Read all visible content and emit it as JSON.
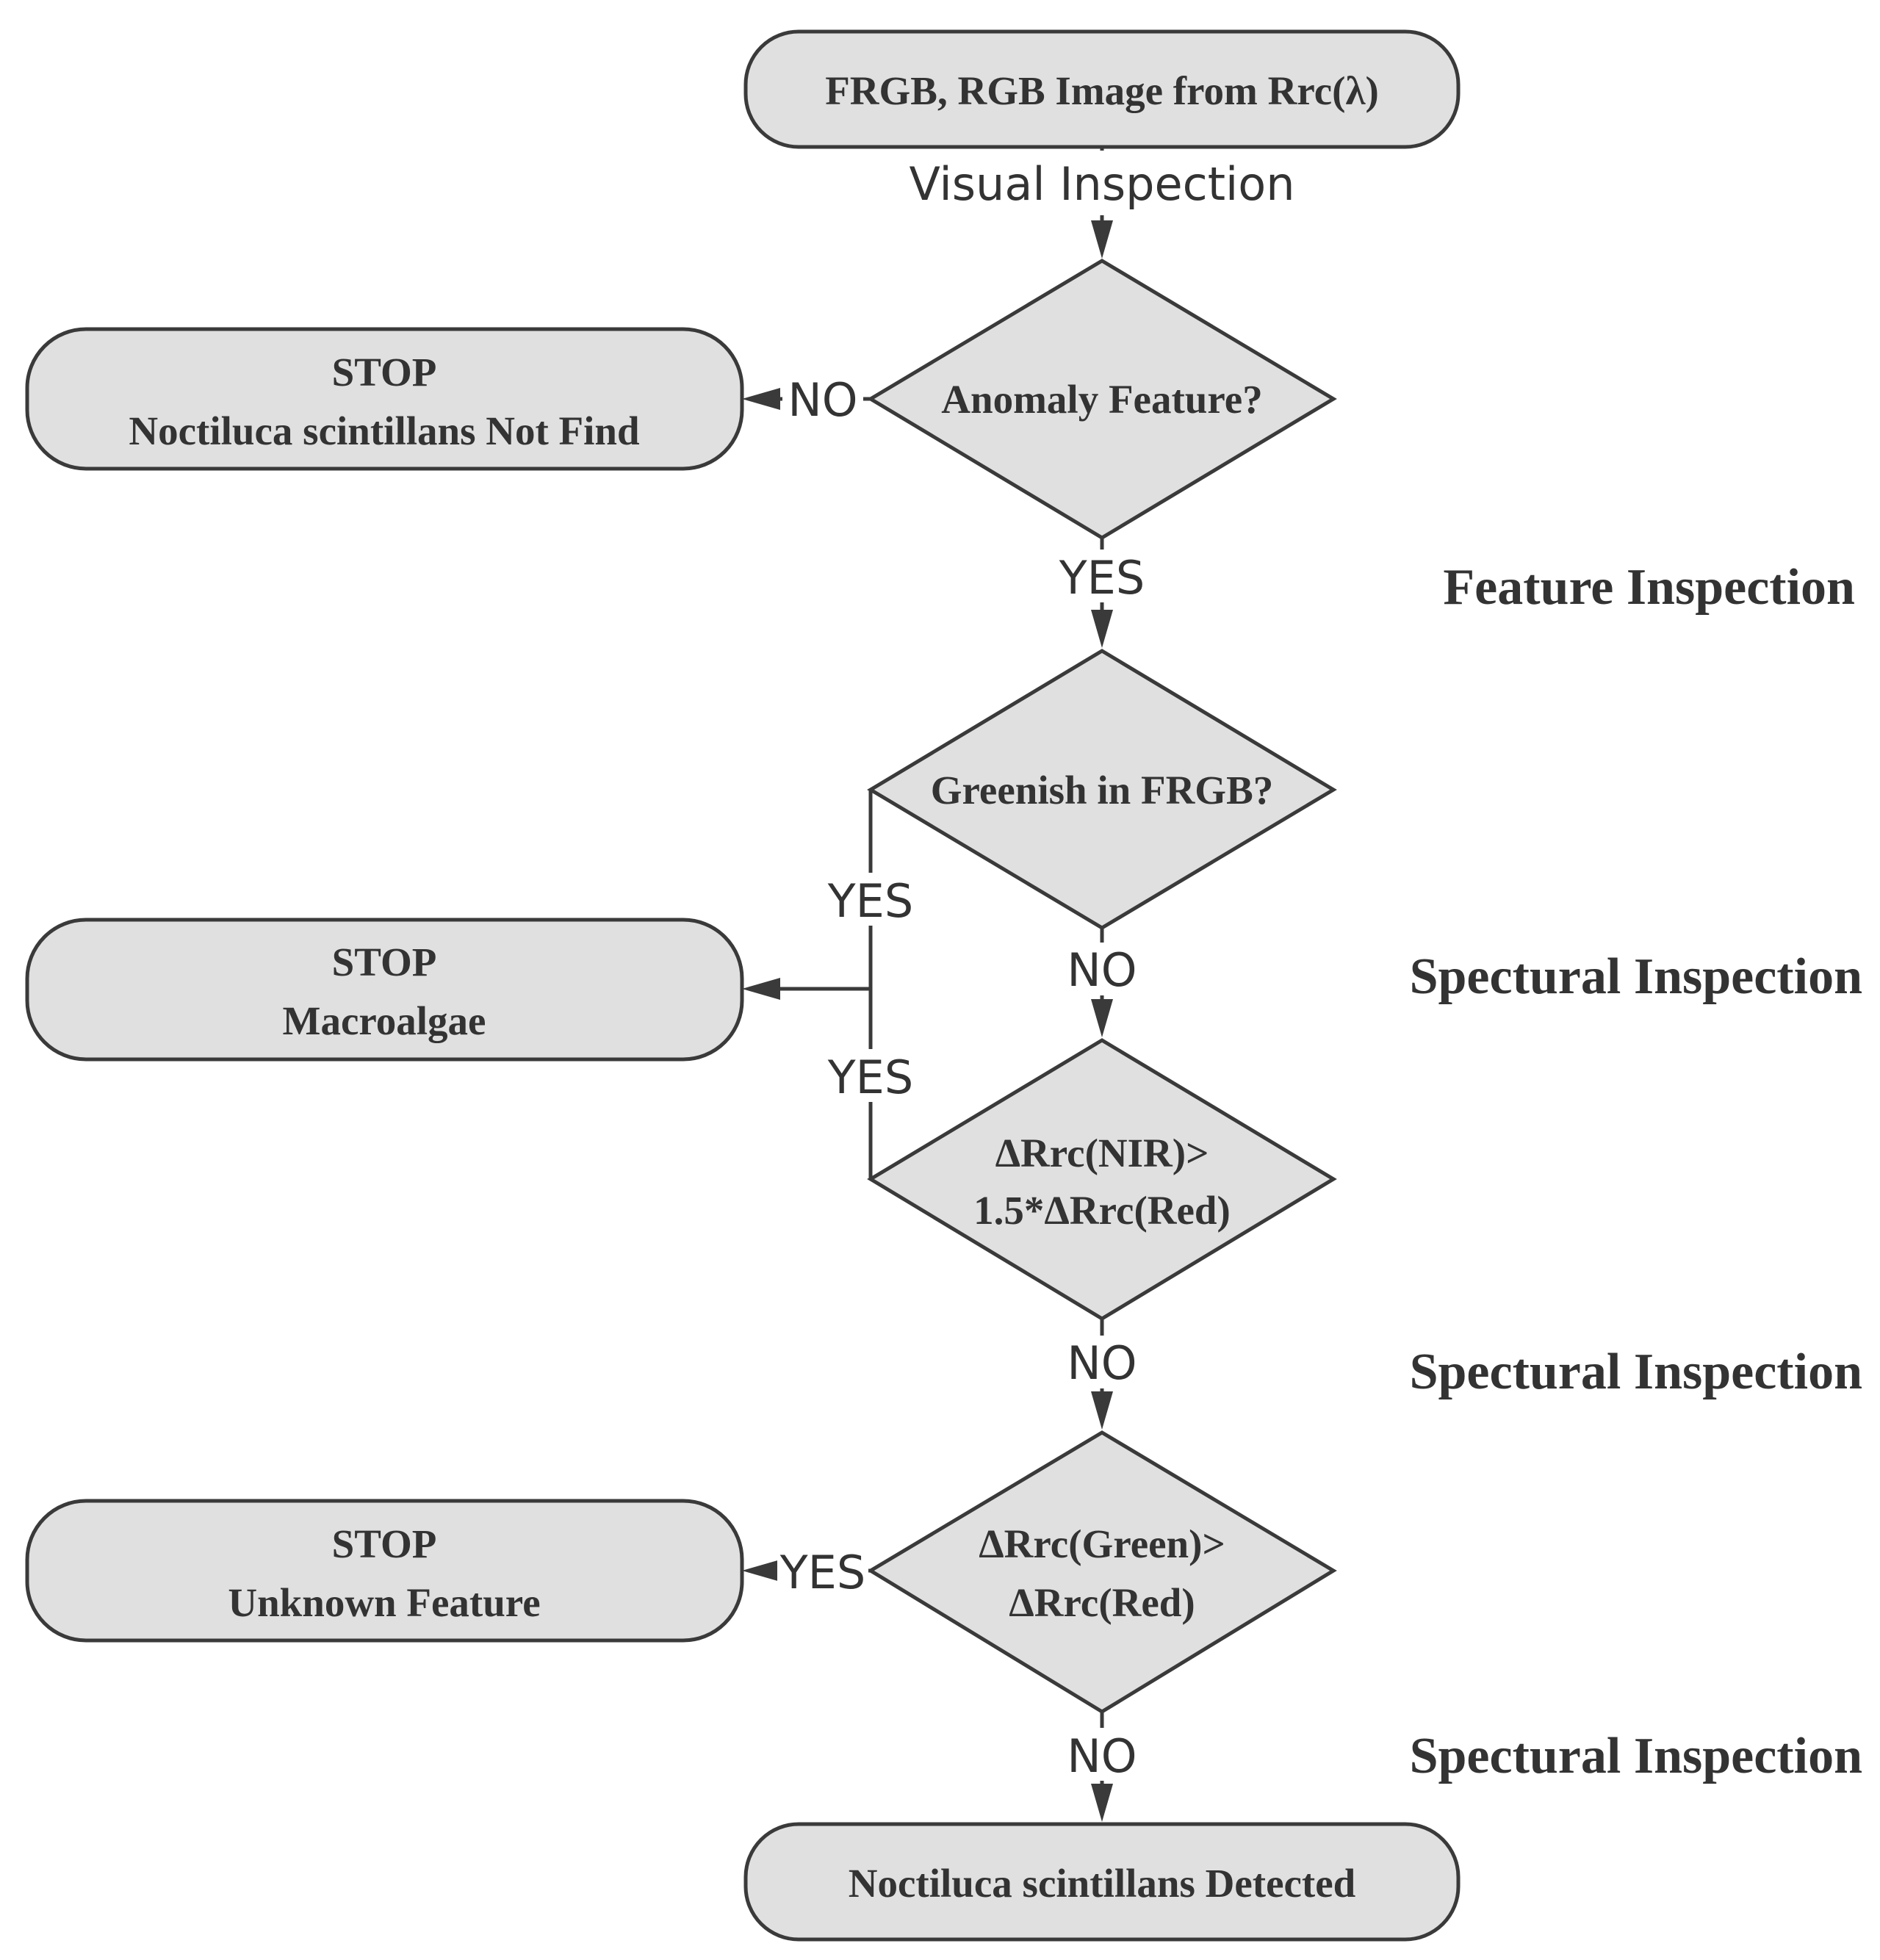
{
  "nodes": {
    "start": {
      "lines": [
        "FRGB, RGB Image from Rrc(λ)"
      ]
    },
    "anomaly": {
      "lines": [
        "Anomaly Feature?"
      ]
    },
    "stop_not_find": {
      "lines": [
        "STOP",
        "Noctiluca scintillans Not Find"
      ]
    },
    "greenish": {
      "lines": [
        "Greenish in FRGB?"
      ]
    },
    "stop_macroalgae": {
      "lines": [
        "STOP",
        "Macroalgae"
      ]
    },
    "nir_red": {
      "lines": [
        "ΔRrc(NIR)>",
        "1.5*ΔRrc(Red)"
      ]
    },
    "green_red": {
      "lines": [
        "ΔRrc(Green)>",
        "ΔRrc(Red)"
      ]
    },
    "stop_unknown": {
      "lines": [
        "STOP",
        "Unknown Feature"
      ]
    },
    "detected": {
      "lines": [
        "Noctiluca scintillans Detected"
      ]
    }
  },
  "edges": {
    "visual_inspection": "Visual Inspection",
    "anomaly_no": "NO",
    "anomaly_yes": "YES",
    "greenish_yes": "YES",
    "greenish_no": "NO",
    "nir_yes": "YES",
    "nir_no": "NO",
    "green_yes": "YES",
    "green_no": "NO"
  },
  "stages": {
    "feature": "Feature Inspection",
    "spectral_1": "Spectural Inspection",
    "spectral_2": "Spectural Inspection",
    "spectral_3": "Spectural Inspection"
  },
  "colors": {
    "node_fill": "#e0e0e0",
    "stroke": "#3a3a3a",
    "text": "#333333",
    "background": "#ffffff"
  }
}
